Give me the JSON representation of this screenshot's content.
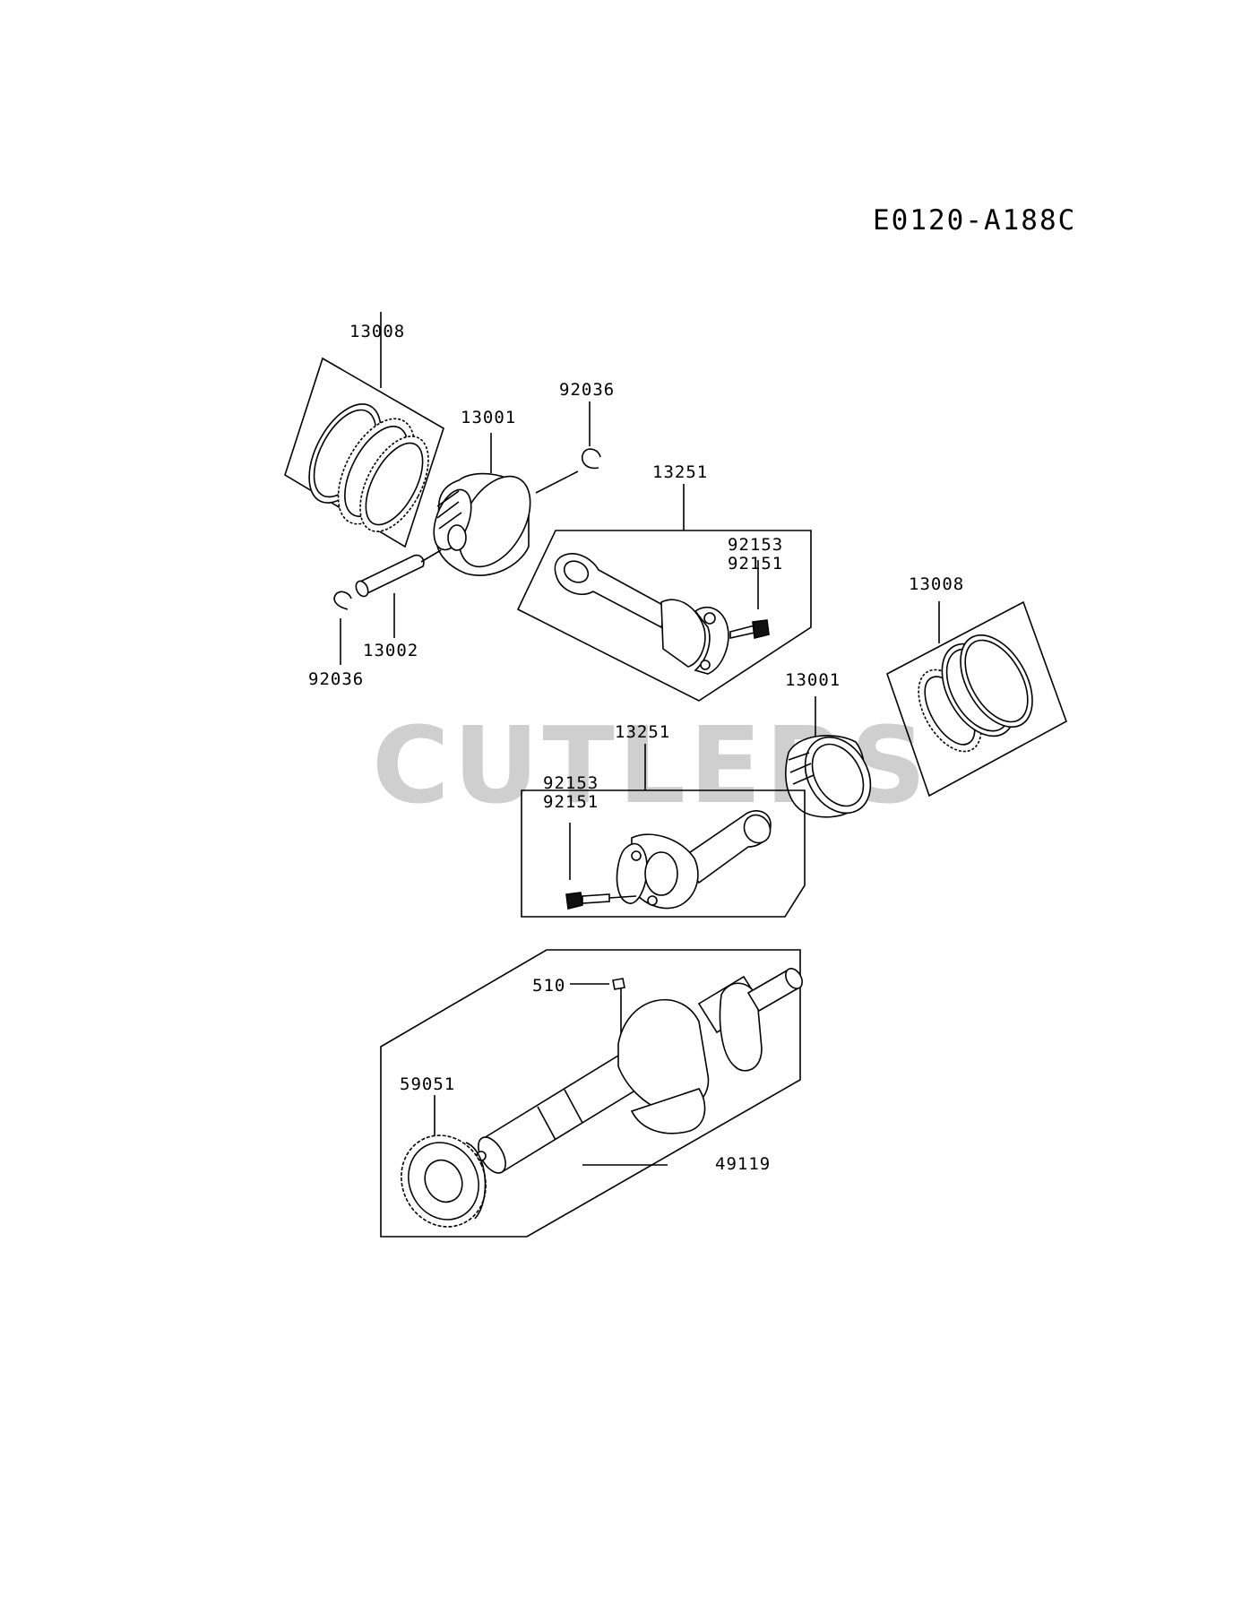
{
  "diagram_code": "E0120-A188C",
  "watermark": "CUTLERS",
  "part_numbers": {
    "rings_top": "13008",
    "piston_top": "13001",
    "clip_top": "92036",
    "conrod_top": "13251",
    "bolt_top_a": "92153",
    "bolt_top_b": "92151",
    "pin": "13002",
    "clip_left": "92036",
    "rings_right": "13008",
    "piston_right": "13001",
    "conrod_bottom": "13251",
    "bolt_bottom_a": "92153",
    "bolt_bottom_b": "92151",
    "key": "510",
    "gear": "59051",
    "crankshaft": "49119"
  }
}
